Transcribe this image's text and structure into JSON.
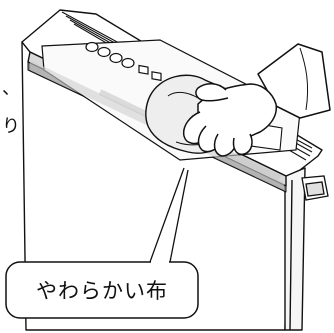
{
  "callout": {
    "label": "やわらかい布"
  },
  "side_marks": {
    "top": "、",
    "bottom": "り"
  },
  "panel": {
    "button_glyphs": "OOOO ロロ"
  },
  "colors": {
    "line": "#111111",
    "fill_light": "#f2f2f2",
    "fill_shade": "#d9d9d9",
    "fill_mid": "#bdbdbd"
  }
}
